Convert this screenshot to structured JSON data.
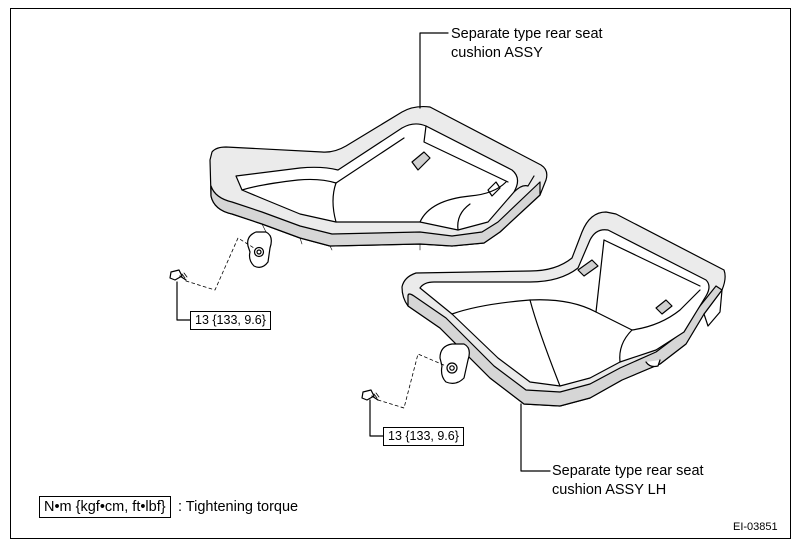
{
  "labels": {
    "top_seat_line1": "Separate type rear seat",
    "top_seat_line2": "cushion ASSY",
    "bottom_seat_line1": "Separate type rear seat",
    "bottom_seat_line2": "cushion ASSY LH"
  },
  "torque": {
    "left": "13 {133, 9.6}",
    "right": "13 {133, 9.6}"
  },
  "legend": {
    "unit": "N•m {kgf•cm, ft•lbf}",
    "description": ": Tightening torque"
  },
  "figure_code": "EI-03851"
}
